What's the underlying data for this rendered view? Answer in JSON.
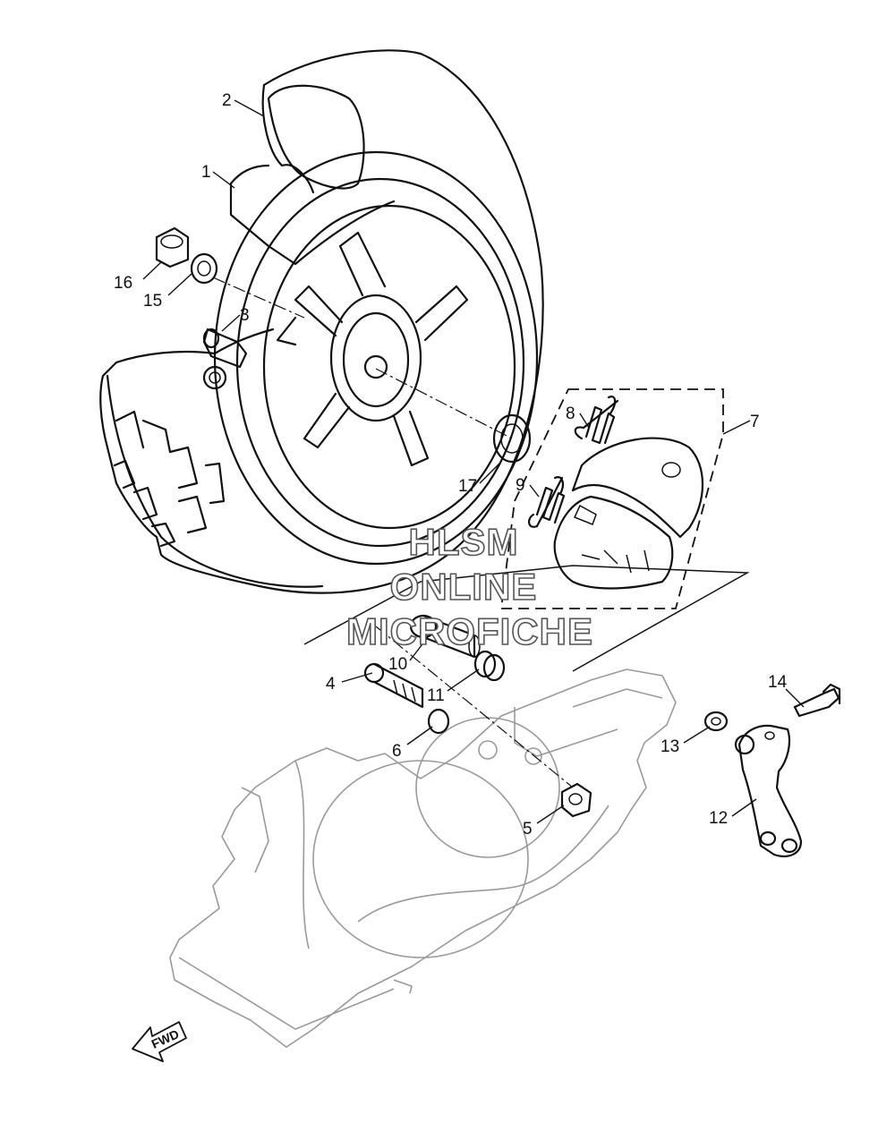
{
  "callouts": [
    {
      "id": "1",
      "label": "1"
    },
    {
      "id": "2",
      "label": "2"
    },
    {
      "id": "3",
      "label": "3"
    },
    {
      "id": "4",
      "label": "4"
    },
    {
      "id": "5",
      "label": "5"
    },
    {
      "id": "6",
      "label": "6"
    },
    {
      "id": "7",
      "label": "7"
    },
    {
      "id": "8",
      "label": "8"
    },
    {
      "id": "9",
      "label": "9"
    },
    {
      "id": "10",
      "label": "10"
    },
    {
      "id": "11",
      "label": "11"
    },
    {
      "id": "12",
      "label": "12"
    },
    {
      "id": "13",
      "label": "13"
    },
    {
      "id": "14",
      "label": "14"
    },
    {
      "id": "15",
      "label": "15"
    },
    {
      "id": "16",
      "label": "16"
    },
    {
      "id": "17",
      "label": "17"
    }
  ],
  "watermark": {
    "line1": "HLSM",
    "line2": "ONLINE",
    "line3": "MICROFICHE"
  },
  "direction_arrow": {
    "label": "FWD",
    "icon": "fwd-arrow-icon"
  },
  "colors": {
    "line": "#111111",
    "ghost_engine": "#9a9a9a",
    "watermark_outline": "#555555"
  }
}
